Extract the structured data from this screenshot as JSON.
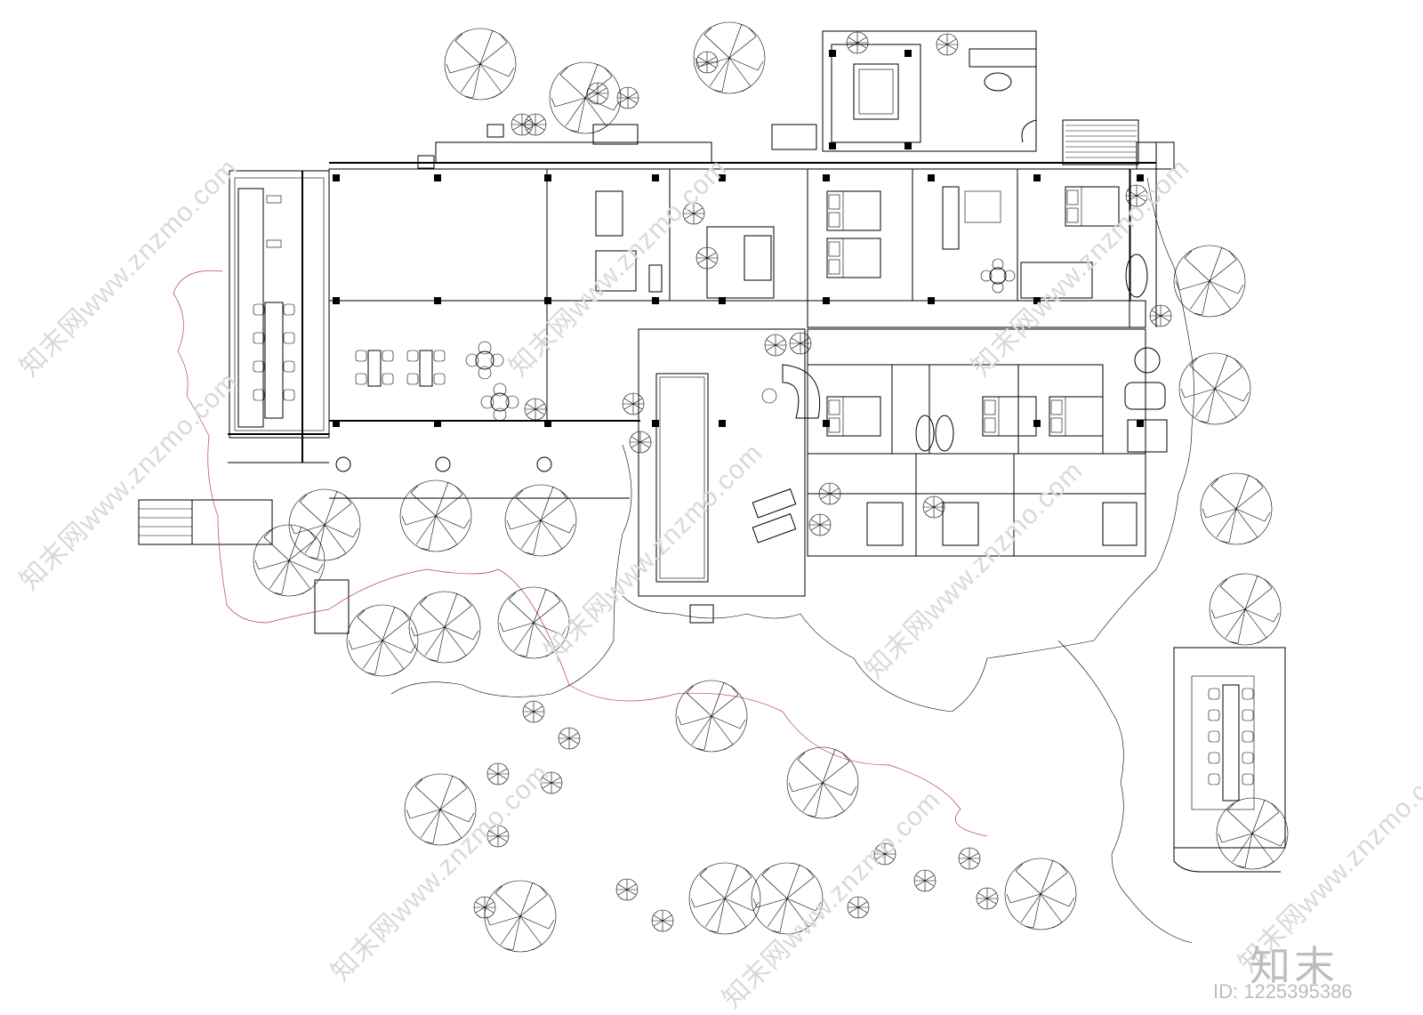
{
  "watermark": {
    "text": "知末网www.znzmo.com"
  },
  "brand": {
    "logo_text": "知末",
    "id_text": "ID: 1225395386"
  },
  "colors": {
    "line": "#000000",
    "garden_boundary": "#b44444",
    "watermark": "#d9d9d9"
  },
  "icons": [
    "tree-icon",
    "shrub-icon",
    "dining-table-icon",
    "bed-icon",
    "sofa-icon",
    "bathtub-icon",
    "stair-icon"
  ]
}
